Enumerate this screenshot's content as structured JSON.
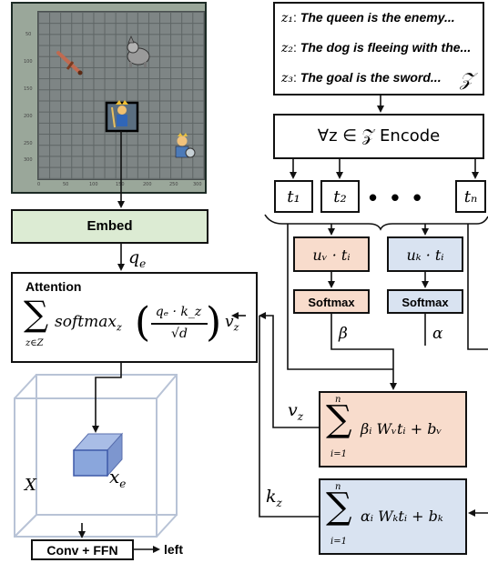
{
  "texts": {
    "z1_sym": "z₁",
    "z1_text": "The queen is the enemy...",
    "z2_sym": "z₂",
    "z2_text": "The dog is fleeing with the...",
    "z3_sym": "z₃",
    "z3_text": "The goal is the sword...",
    "z_set": "𝒵",
    "encode": "∀z ∈ 𝒵 Encode",
    "t1": "t₁",
    "t2": "t₂",
    "dots": "•  •  •",
    "tn": "tₙ",
    "uv": "uᵥ · tᵢ",
    "uk": "uₖ · tᵢ",
    "softmax1": "Softmax",
    "softmax2": "Softmax",
    "beta": "β",
    "alpha": "α",
    "embed": "Embed",
    "qe": "q",
    "qe_sub": "e",
    "attention": "Attention",
    "vz": "v",
    "vz_sub": "z",
    "kz": "k",
    "kz_sub": "z",
    "xe": "x",
    "xe_sub": "e",
    "X": "X",
    "conv": "Conv + FFN",
    "left": "left",
    "sum_v_n": "n",
    "sum_v_i": "i=1",
    "sum_v_body": "βᵢ Wᵥtᵢ + bᵥ",
    "sum_k_n": "n",
    "sum_k_i": "i=1",
    "sum_k_body": "αᵢ Wₖtᵢ + bₖ",
    "att_sub": "z∈Z",
    "att_soft": "softmax",
    "att_soft_sub": "z",
    "att_num": "qₑ · k_z",
    "att_den": "√d",
    "att_v": "v",
    "att_v_sub": "z"
  },
  "axis": {
    "y_ticks": [
      "50",
      "100",
      "150",
      "200",
      "250",
      "300"
    ],
    "x_ticks": [
      "0",
      "50",
      "100",
      "150",
      "200",
      "250",
      "300"
    ]
  },
  "colors": {
    "embed_fill": "#dcebd3",
    "orange_fill": "#f8dccc",
    "blue_fill": "#d9e3f1",
    "cube_fill": "#8aa6dc"
  }
}
